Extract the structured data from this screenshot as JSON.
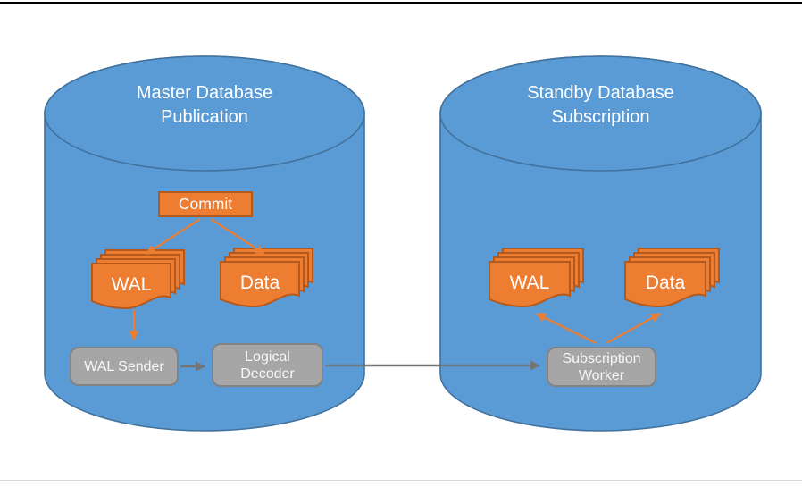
{
  "colors": {
    "cylinder_fill": "#5B9BD5",
    "cylinder_stroke": "#41719C",
    "doc_fill": "#ED7D31",
    "doc_stroke": "#B4591D",
    "commit_fill": "#ED7D31",
    "commit_stroke": "#B4591D",
    "orange_arrow": "#ED7D31",
    "gray_fill": "#A6A6A6",
    "gray_stroke": "#828282",
    "gray_arrow": "#757575",
    "label_text": "#FFFFFF",
    "top_rule": "#000000",
    "bottom_rule": "#D9D9D9"
  },
  "master_db": {
    "title": "Master Database\nPublication",
    "commit": "Commit",
    "wal": "WAL",
    "data": "Data",
    "wal_sender": "WAL Sender",
    "logical_decoder": "Logical\nDecoder"
  },
  "standby_db": {
    "title": "Standby Database\nSubscription",
    "wal": "WAL",
    "data": "Data",
    "subscription_worker": "Subscription\nWorker"
  }
}
